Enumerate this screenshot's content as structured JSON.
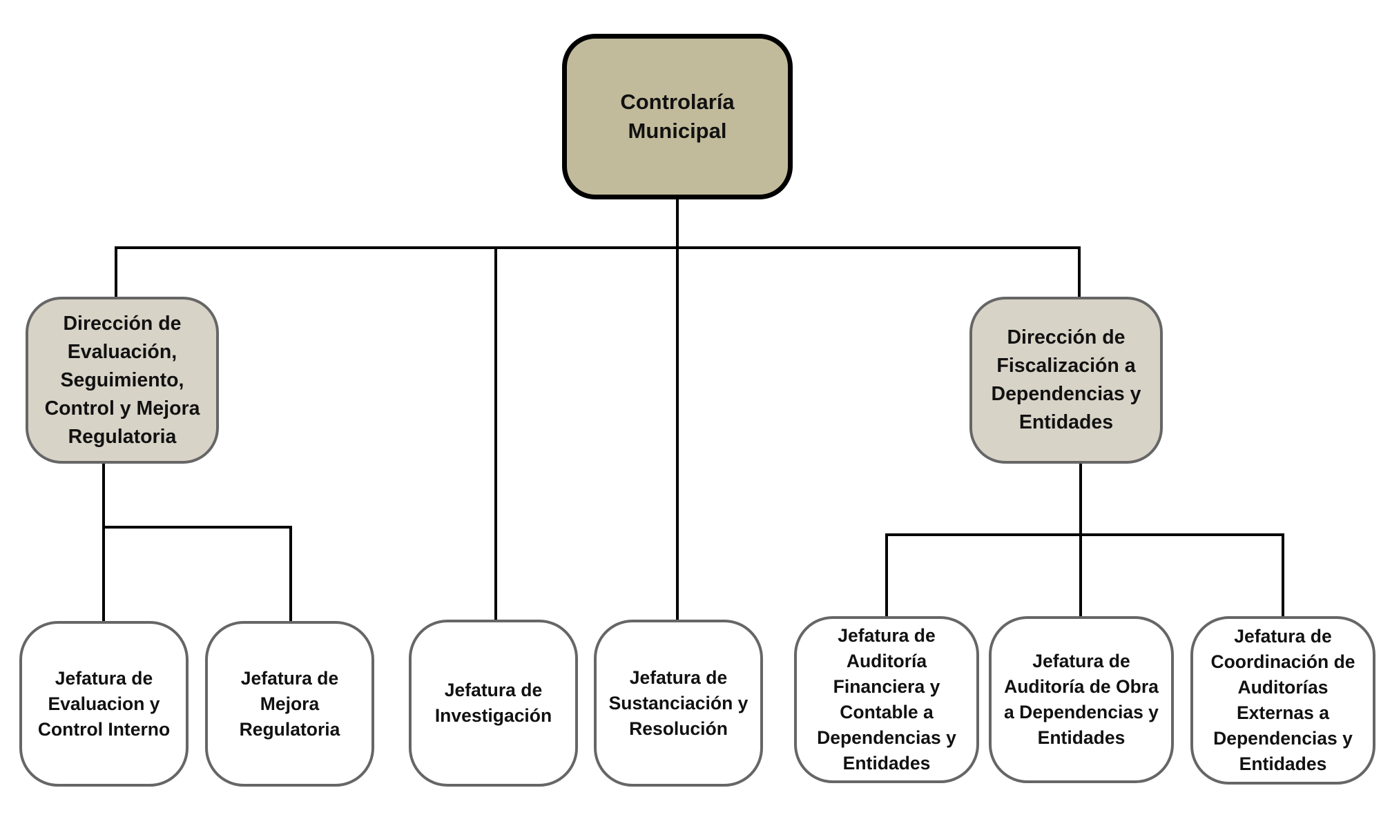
{
  "chart_data": {
    "type": "org-chart",
    "title": "",
    "root": {
      "label": "Controlaría\nMunicipal",
      "children": [
        {
          "label": "Dirección de\nEvaluación,\nSeguimiento,\nControl y Mejora\nRegulatoria",
          "children": [
            {
              "label": "Jefatura de\nEvaluacion y\nControl Interno"
            },
            {
              "label": "Jefatura de\nMejora\nRegulatoria"
            }
          ]
        },
        {
          "label": "Jefatura de\nInvestigación"
        },
        {
          "label": "Jefatura de\nSustanciación y\nResolución"
        },
        {
          "label": "Dirección de\nFiscalización a\nDependencias y\nEntidades",
          "children": [
            {
              "label": "Jefatura de\nAuditoría\nFinanciera y\nContable a\nDependencias y\nEntidades"
            },
            {
              "label": "Jefatura de\nAuditoría de Obra\na Dependencias y\nEntidades"
            },
            {
              "label": "Jefatura de\nCoordinación de\nAuditorías\nExternas a\nDependencias y\nEntidades"
            }
          ]
        }
      ]
    }
  },
  "colors": {
    "root_fill": "#c2bb9b",
    "direction_fill": "#d8d3c7",
    "leaf_fill": "#ffffff",
    "connector": "#000000",
    "box_border": "#666666"
  }
}
